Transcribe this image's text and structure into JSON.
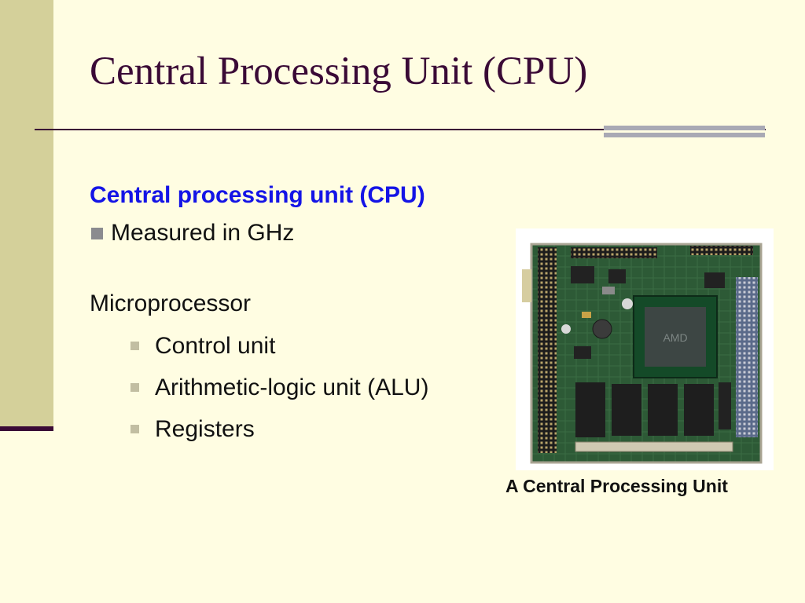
{
  "slide": {
    "title": "Central Processing Unit (CPU)",
    "heading": "Central processing unit (CPU)",
    "bullet_1": "Measured in GHz",
    "section_2": "Microprocessor",
    "sub_items": [
      "Control unit",
      "Arithmetic-logic unit (ALU)",
      "Registers"
    ],
    "image_caption": "A Central Processing Unit",
    "chip_marking": "AMD"
  },
  "colors": {
    "background": "#fffde2",
    "title": "#3a0a36",
    "heading": "#1414e6",
    "pcb": "#2d5a36"
  }
}
